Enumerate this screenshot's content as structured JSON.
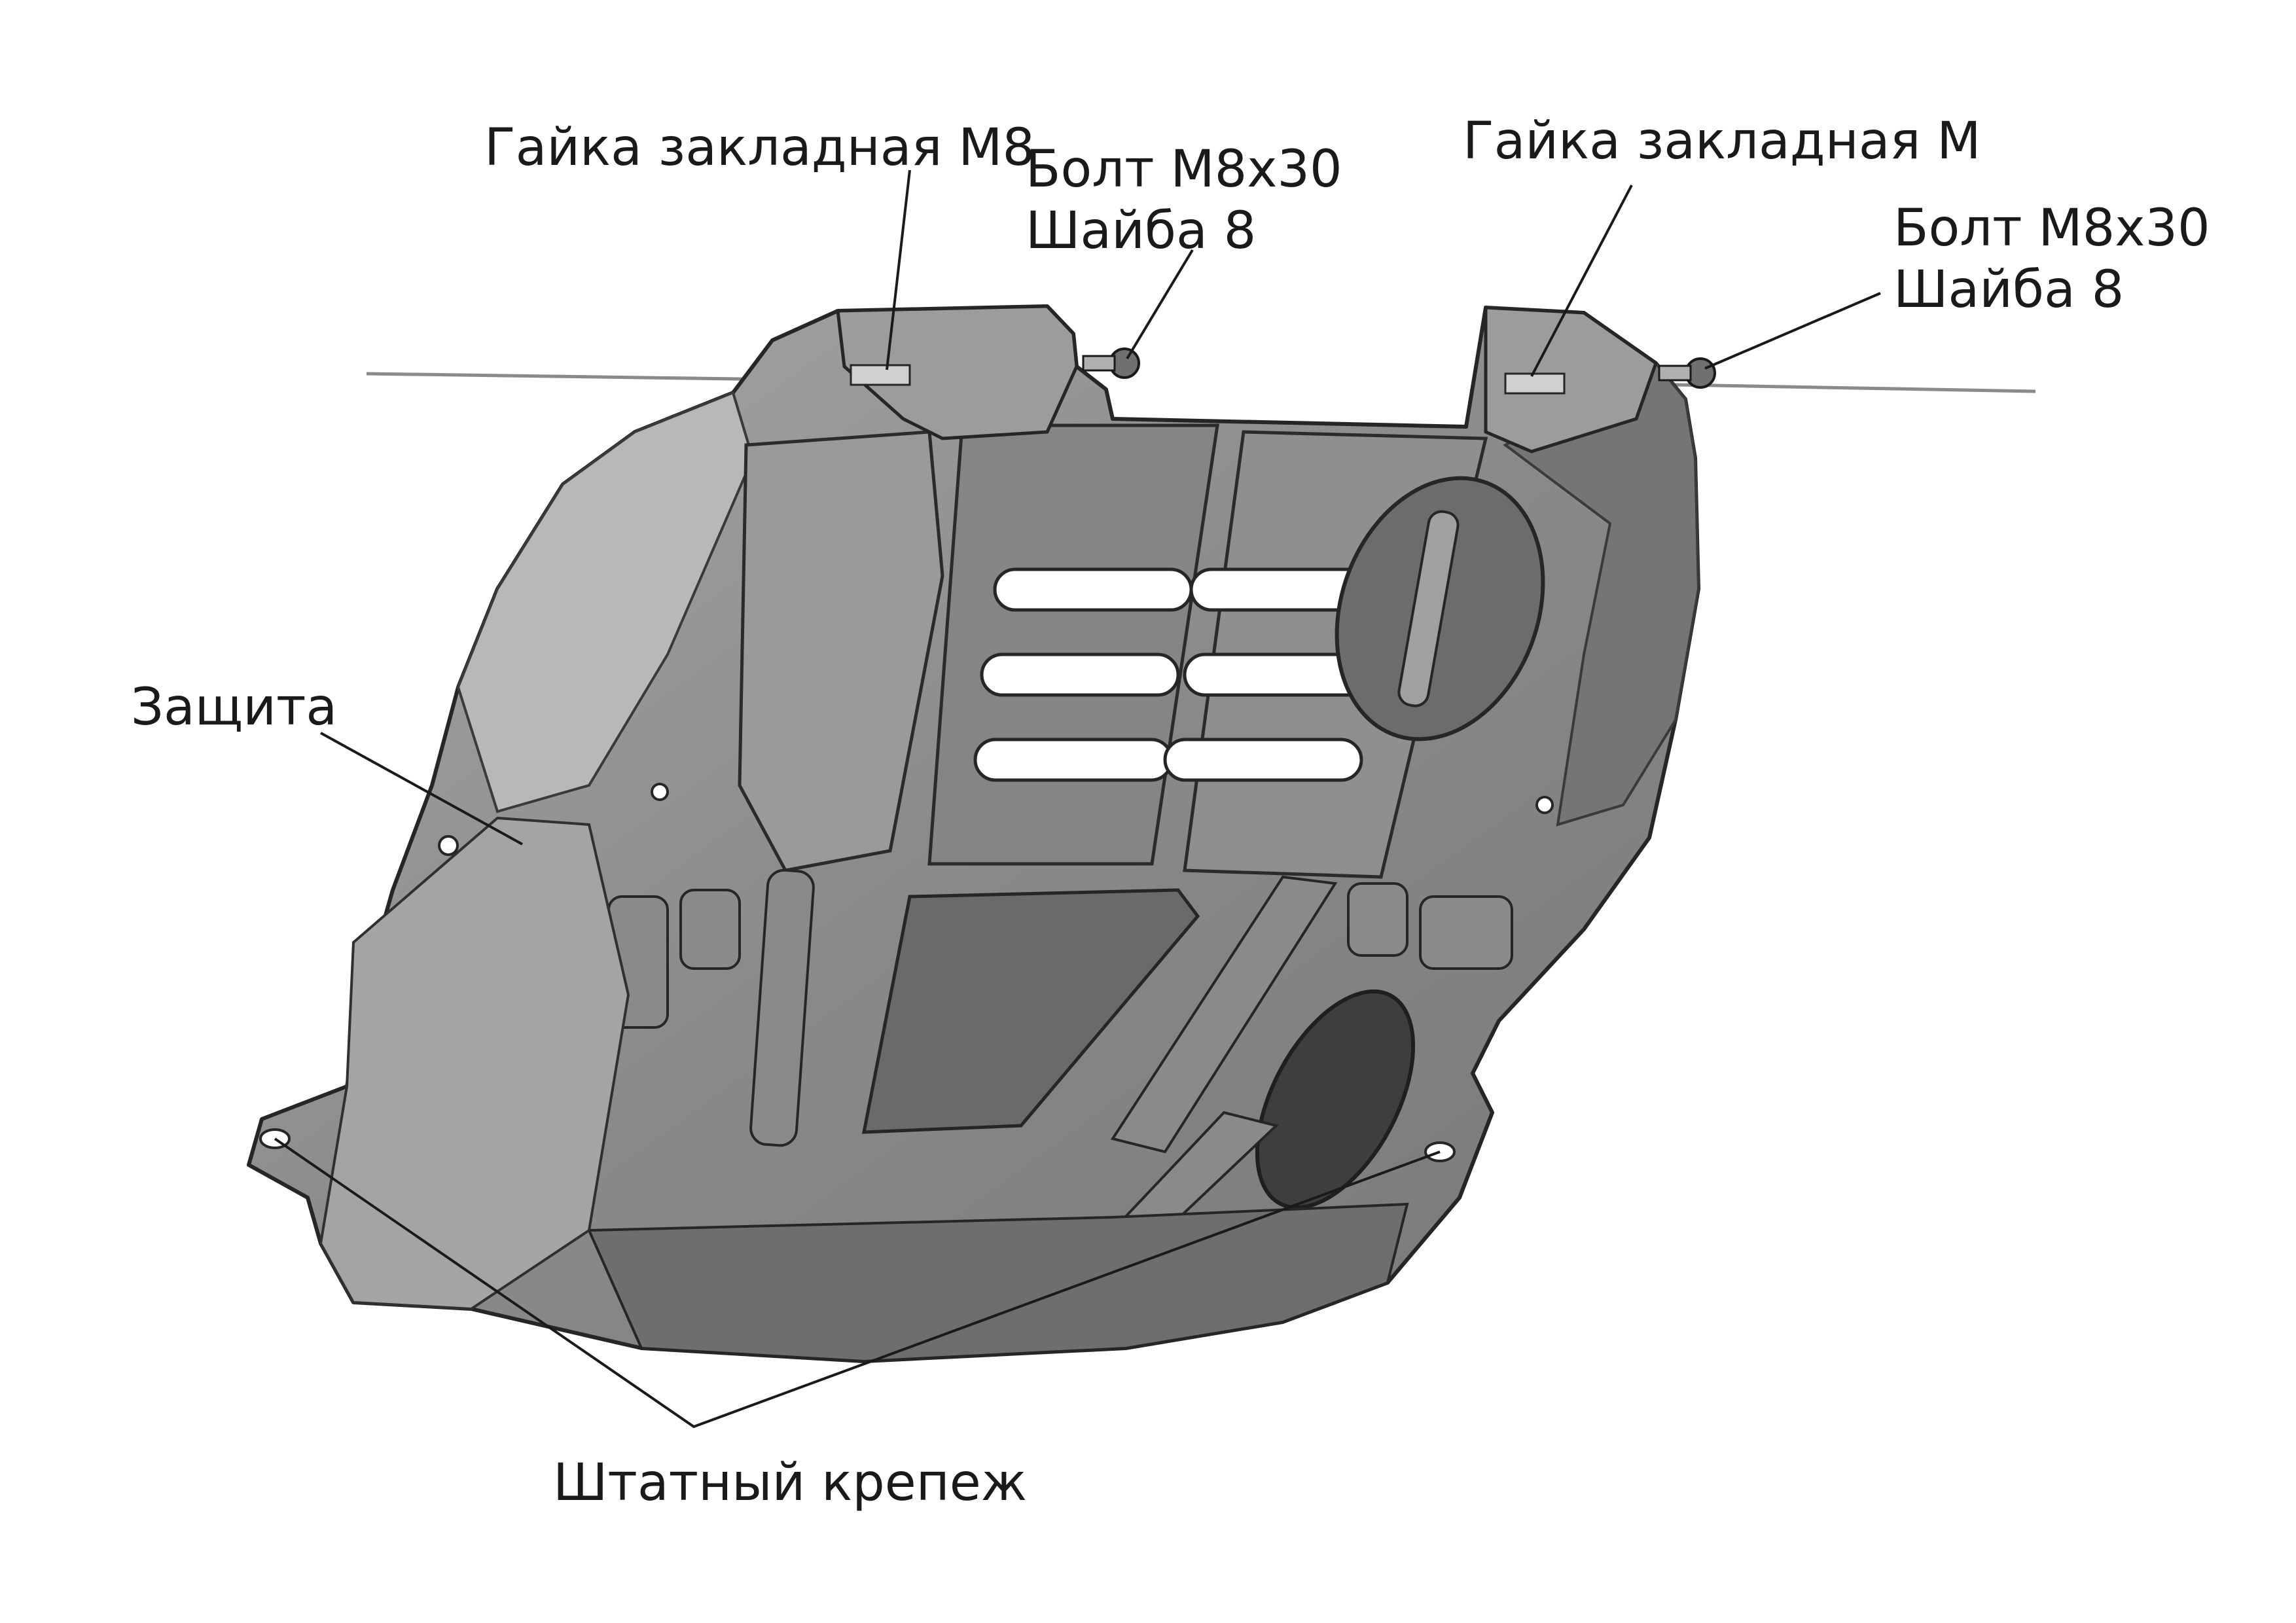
{
  "labels": {
    "nut_left": "Гайка закладная М8",
    "bolt_left_line1": "Болт М8х30",
    "bolt_left_line2": "Шайба 8",
    "nut_right": "Гайка закладная М",
    "bolt_right_line1": "Болт М8х30",
    "bolt_right_line2": "Шайба 8",
    "guard": "Защита",
    "standard_fasteners": "Штатный крепеж"
  },
  "colors": {
    "plate_main": "#8c8c8c",
    "plate_light": "#b3b3b3",
    "plate_dark": "#5e5e5e",
    "slot": "#ffffff",
    "outline": "#262626",
    "leader": "#1a1a1a"
  }
}
